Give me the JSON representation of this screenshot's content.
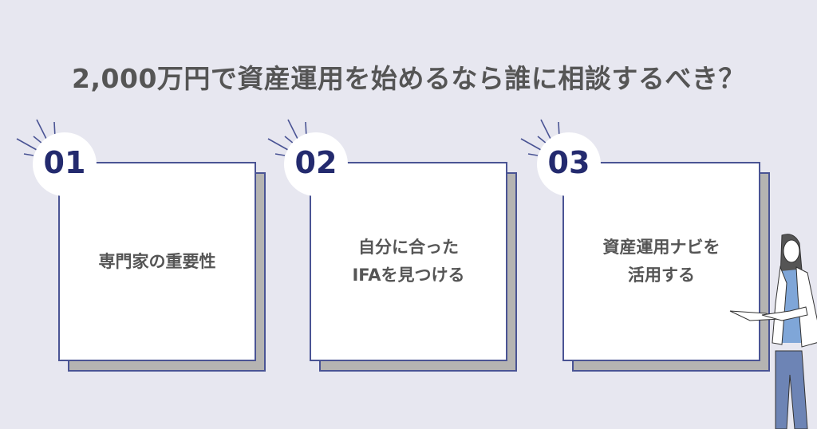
{
  "title": "2,000万円で資産運用を始めるなら誰に相談するべき？",
  "steps": [
    {
      "number": "01",
      "lines": [
        "専門家の重要性"
      ]
    },
    {
      "number": "02",
      "lines": [
        "自分に合った",
        "IFAを見つける"
      ]
    },
    {
      "number": "03",
      "lines": [
        "資産運用ナビを",
        "活用する"
      ]
    }
  ],
  "colors": {
    "background": "#e7e7f0",
    "accent": "#232a6e",
    "border": "#4a5494",
    "shadow": "#b5b4b2",
    "text": "#555555"
  }
}
